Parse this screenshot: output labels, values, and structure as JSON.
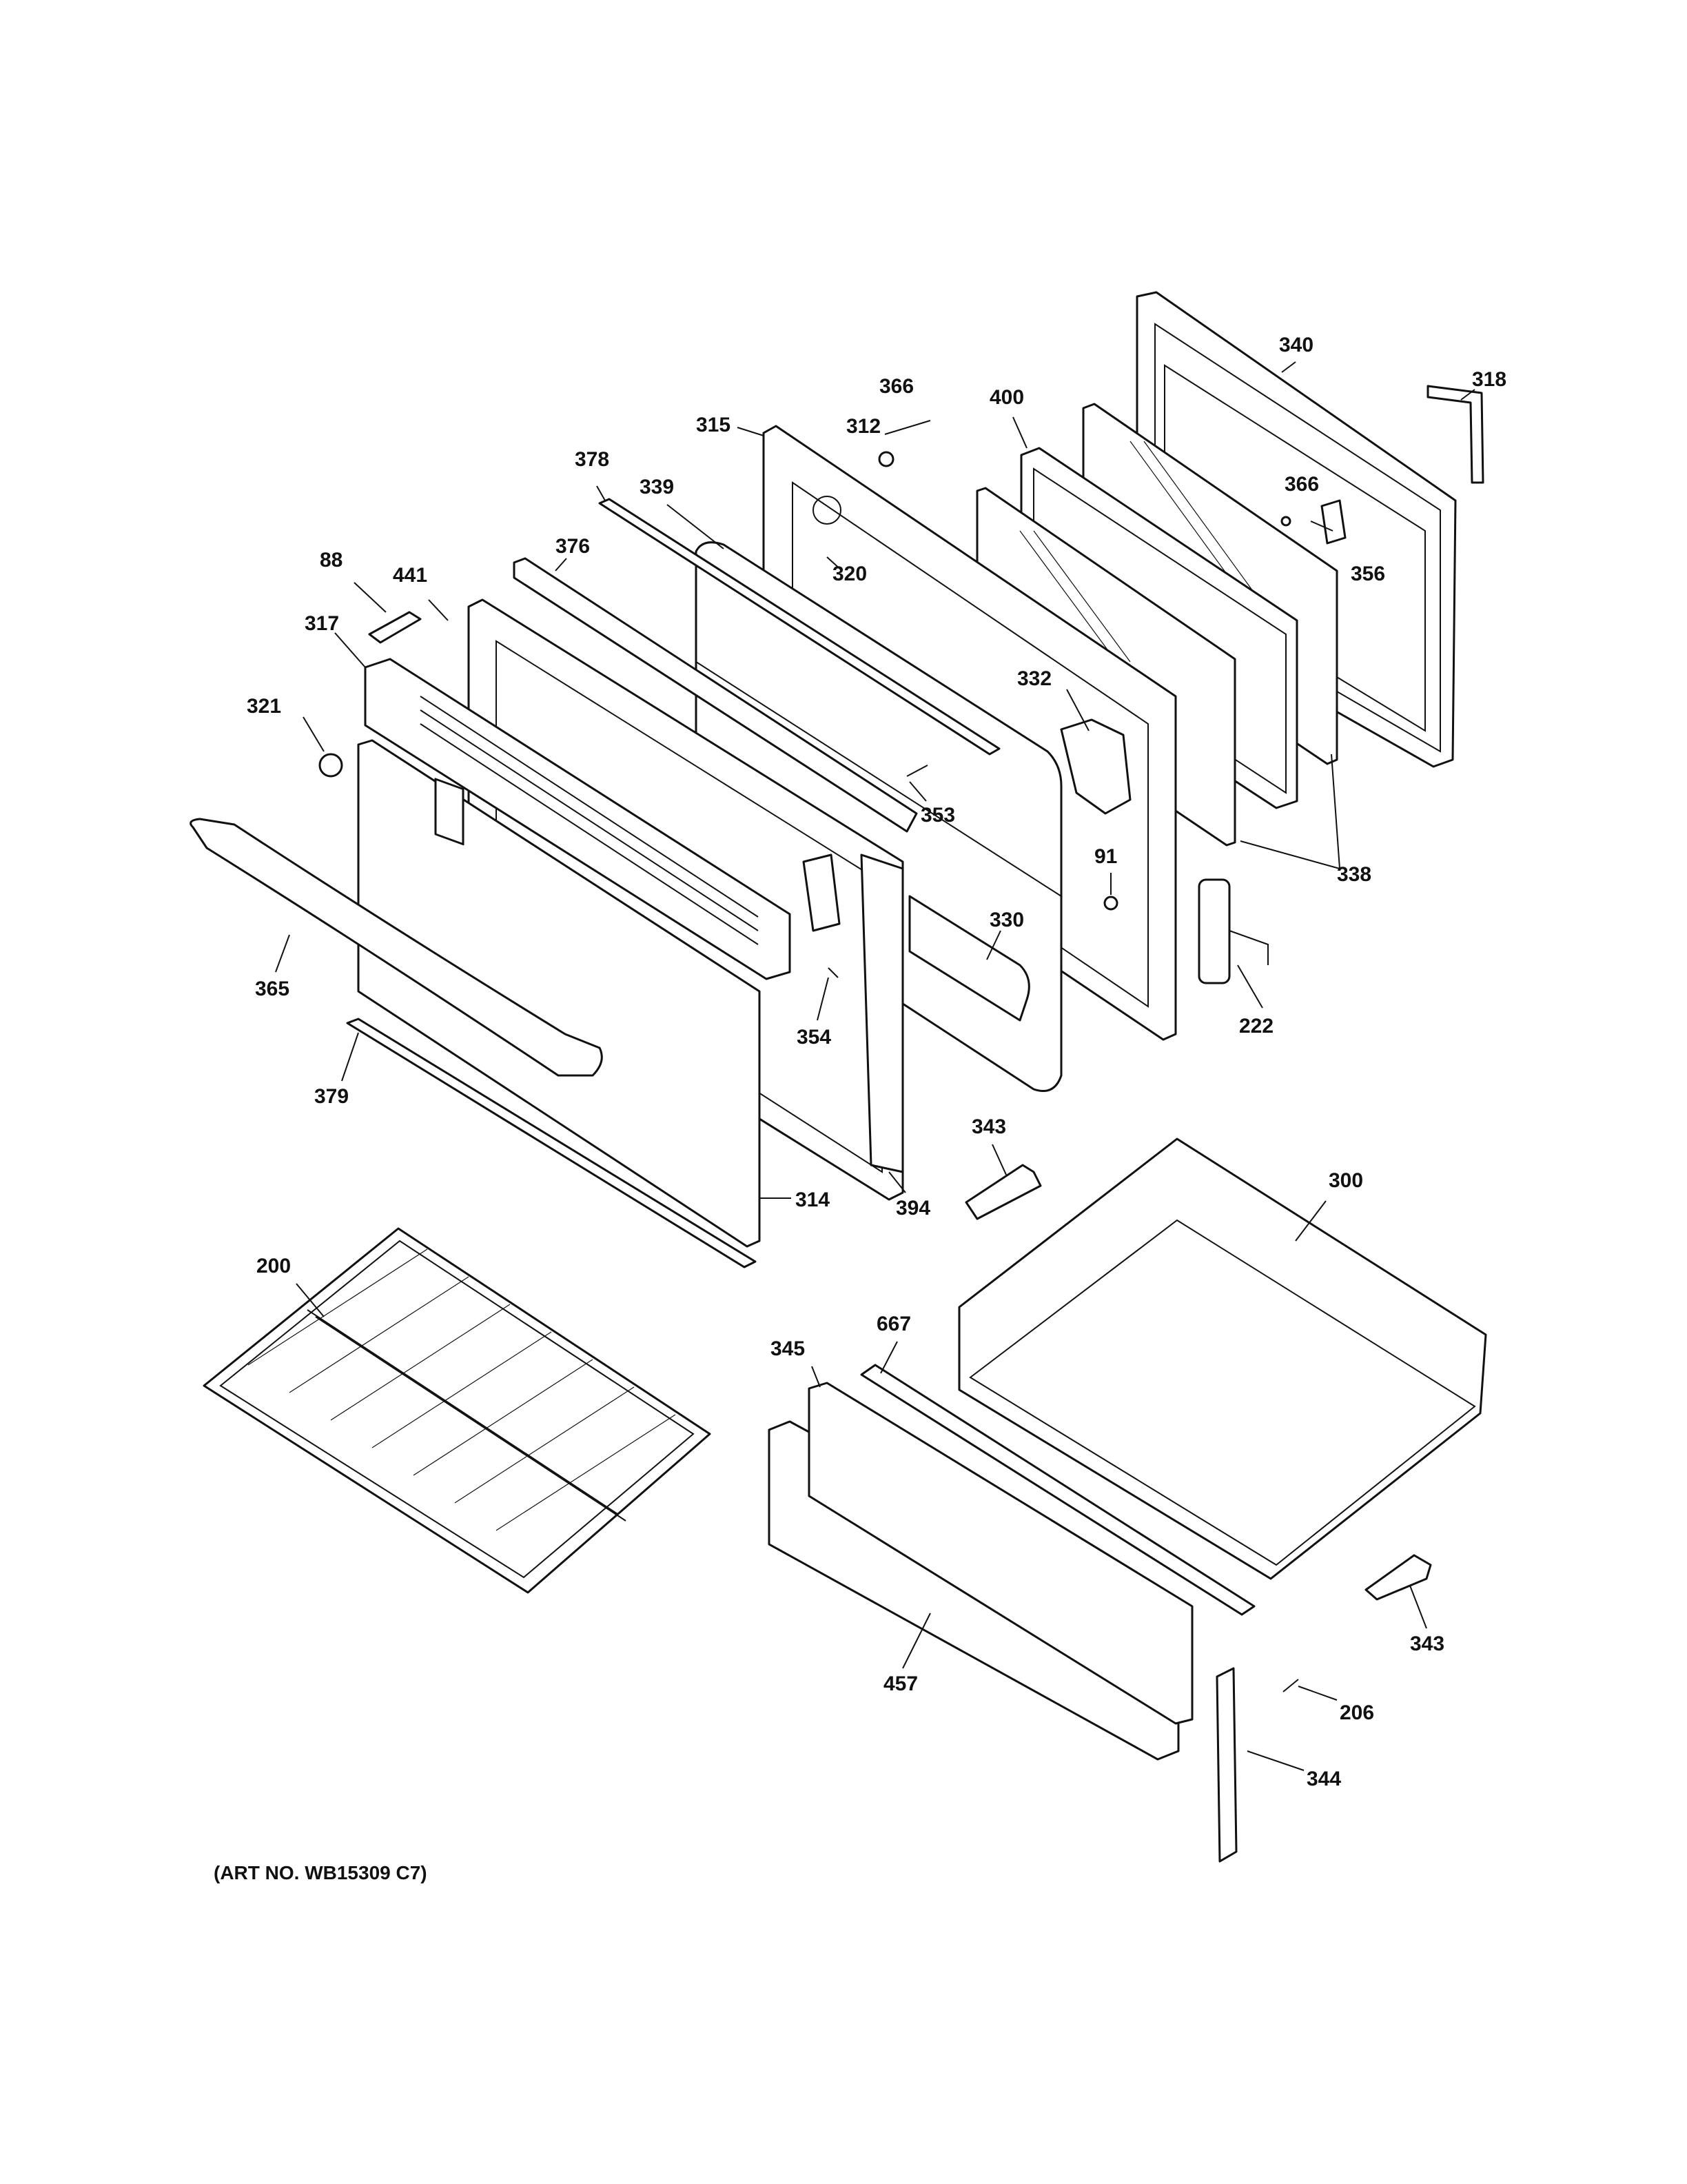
{
  "art_number": "(ART NO. WB15309 C7)",
  "callouts": [
    {
      "id": "c340",
      "text": "340"
    },
    {
      "id": "c318",
      "text": "318"
    },
    {
      "id": "c366a",
      "text": "366"
    },
    {
      "id": "c400",
      "text": "400"
    },
    {
      "id": "c312",
      "text": "312"
    },
    {
      "id": "c315",
      "text": "315"
    },
    {
      "id": "c378",
      "text": "378"
    },
    {
      "id": "c339",
      "text": "339"
    },
    {
      "id": "c366b",
      "text": "366"
    },
    {
      "id": "c356",
      "text": "356"
    },
    {
      "id": "c320",
      "text": "320"
    },
    {
      "id": "c376",
      "text": "376"
    },
    {
      "id": "c88",
      "text": "88"
    },
    {
      "id": "c441",
      "text": "441"
    },
    {
      "id": "c317",
      "text": "317"
    },
    {
      "id": "c332",
      "text": "332"
    },
    {
      "id": "c321",
      "text": "321"
    },
    {
      "id": "c353",
      "text": "353"
    },
    {
      "id": "c338",
      "text": "338"
    },
    {
      "id": "c91",
      "text": "91"
    },
    {
      "id": "c330",
      "text": "330"
    },
    {
      "id": "c365",
      "text": "365"
    },
    {
      "id": "c222",
      "text": "222"
    },
    {
      "id": "c354",
      "text": "354"
    },
    {
      "id": "c379",
      "text": "379"
    },
    {
      "id": "c343a",
      "text": "343"
    },
    {
      "id": "c300",
      "text": "300"
    },
    {
      "id": "c314",
      "text": "314"
    },
    {
      "id": "c394",
      "text": "394"
    },
    {
      "id": "c200",
      "text": "200"
    },
    {
      "id": "c667",
      "text": "667"
    },
    {
      "id": "c345",
      "text": "345"
    },
    {
      "id": "c343b",
      "text": "343"
    },
    {
      "id": "c457",
      "text": "457"
    },
    {
      "id": "c206",
      "text": "206"
    },
    {
      "id": "c344",
      "text": "344"
    }
  ]
}
